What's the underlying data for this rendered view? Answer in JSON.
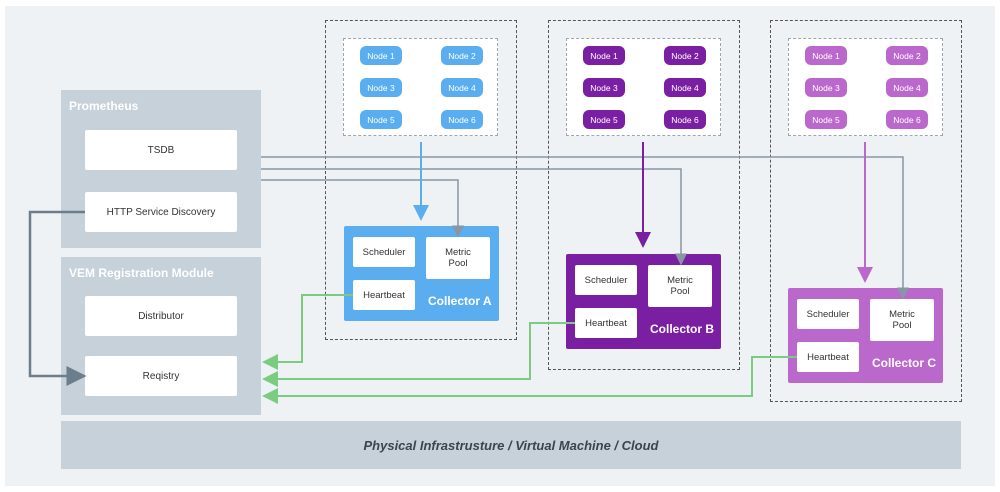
{
  "prometheus": {
    "title": "Prometheus",
    "tsdb": "TSDB",
    "http_sd": "HTTP Service Discovery"
  },
  "vem": {
    "title": "VEM Registration Module",
    "distributor": "Distributor",
    "registry": "Reqistry"
  },
  "infrastructure": "Physical Infrastrusture / Virtual Machine / Cloud",
  "collectors": [
    {
      "label": "Collector A",
      "color": "#5aaef0",
      "nodes": [
        "Node 1",
        "Node 2",
        "Node 3",
        "Node 4",
        "Node 5",
        "Node 6"
      ],
      "scheduler": "Scheduler",
      "metric_pool": "Metric Pool",
      "heartbeat": "Heartbeat"
    },
    {
      "label": "Collector B",
      "color": "#7a1fa2",
      "nodes": [
        "Node 1",
        "Node 2",
        "Node 3",
        "Node 4",
        "Node 5",
        "Node 6"
      ],
      "scheduler": "Scheduler",
      "metric_pool": "Metric Pool",
      "heartbeat": "Heartbeat"
    },
    {
      "label": "Collector C",
      "color": "#bb68cc",
      "nodes": [
        "Node 1",
        "Node 2",
        "Node 3",
        "Node 4",
        "Node 5",
        "Node 6"
      ],
      "scheduler": "Scheduler",
      "metric_pool": "Metric Pool",
      "heartbeat": "Heartbeat"
    }
  ],
  "line_colors": {
    "heartbeat": "#7ccb82",
    "discovery": "#6c7d8c",
    "scrape": "#8797a5"
  }
}
